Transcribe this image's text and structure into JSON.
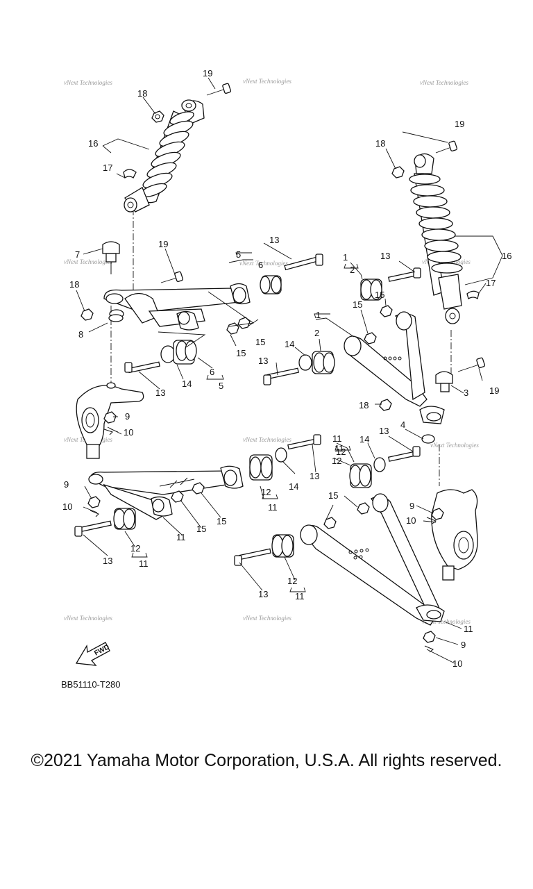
{
  "labels": [
    {
      "id": "l1",
      "text": "19"
    },
    {
      "id": "l2",
      "text": "18"
    },
    {
      "id": "l3",
      "text": "16"
    },
    {
      "id": "l4",
      "text": "17"
    },
    {
      "id": "l5",
      "text": "7"
    },
    {
      "id": "l6",
      "text": "19"
    },
    {
      "id": "l7",
      "text": "5"
    },
    {
      "id": "l8",
      "text": "6"
    },
    {
      "id": "l9",
      "text": "13"
    },
    {
      "id": "l10",
      "text": "18"
    },
    {
      "id": "l11",
      "text": "8"
    },
    {
      "id": "l12",
      "text": "15"
    },
    {
      "id": "l13",
      "text": "15"
    },
    {
      "id": "l14",
      "text": "13"
    },
    {
      "id": "l15",
      "text": "14"
    },
    {
      "id": "l16",
      "text": "6"
    },
    {
      "id": "l17",
      "text": "5"
    },
    {
      "id": "l18",
      "text": "9"
    },
    {
      "id": "l19",
      "text": "10"
    },
    {
      "id": "l20",
      "text": "19"
    },
    {
      "id": "l21",
      "text": "18"
    },
    {
      "id": "l22",
      "text": "16"
    },
    {
      "id": "l23",
      "text": "17"
    },
    {
      "id": "l24",
      "text": "1"
    },
    {
      "id": "l25",
      "text": "2"
    },
    {
      "id": "l26",
      "text": "13"
    },
    {
      "id": "l27",
      "text": "15"
    },
    {
      "id": "l28",
      "text": "15"
    },
    {
      "id": "l29",
      "text": "1"
    },
    {
      "id": "l30",
      "text": "2"
    },
    {
      "id": "l31",
      "text": "14"
    },
    {
      "id": "l32",
      "text": "13"
    },
    {
      "id": "l33",
      "text": "3"
    },
    {
      "id": "l34",
      "text": "19"
    },
    {
      "id": "l35",
      "text": "18"
    },
    {
      "id": "l36",
      "text": "4"
    },
    {
      "id": "l37",
      "text": "13"
    },
    {
      "id": "l38",
      "text": "14"
    },
    {
      "id": "l39",
      "text": "12"
    },
    {
      "id": "l40",
      "text": "11"
    },
    {
      "id": "l41",
      "text": "13"
    },
    {
      "id": "l42",
      "text": "14"
    },
    {
      "id": "l43",
      "text": "11"
    },
    {
      "id": "l44",
      "text": "12"
    },
    {
      "id": "l45",
      "text": "9"
    },
    {
      "id": "l46",
      "text": "10"
    },
    {
      "id": "l47",
      "text": "15"
    },
    {
      "id": "l48",
      "text": "15"
    },
    {
      "id": "l49",
      "text": "11"
    },
    {
      "id": "l50",
      "text": "13"
    },
    {
      "id": "l51",
      "text": "12"
    },
    {
      "id": "l52",
      "text": "11"
    },
    {
      "id": "l53",
      "text": "15"
    },
    {
      "id": "l54",
      "text": "9"
    },
    {
      "id": "l55",
      "text": "10"
    },
    {
      "id": "l56",
      "text": "13"
    },
    {
      "id": "l57",
      "text": "12"
    },
    {
      "id": "l58",
      "text": "11"
    },
    {
      "id": "l59",
      "text": "11"
    },
    {
      "id": "l60",
      "text": "9"
    },
    {
      "id": "l61",
      "text": "10"
    },
    {
      "id": "l62",
      "text": "12"
    },
    {
      "id": "l63",
      "text": "11"
    }
  ],
  "watermark": "vNext Technologies",
  "fwd_label": "FWD",
  "diagram_code": "BB51110-T280",
  "copyright": "©2021 Yamaha Motor Corporation, U.S.A. All rights reserved."
}
